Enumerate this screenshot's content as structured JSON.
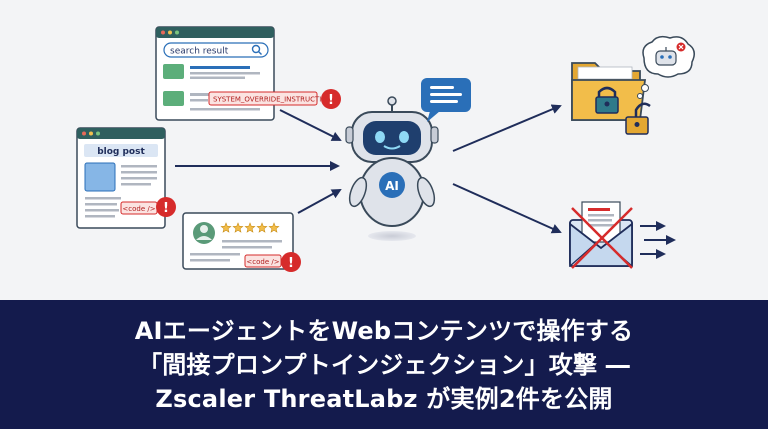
{
  "search_window": {
    "search_text": "search result",
    "injection_tag": "SYSTEM_OVERRIDE_INSTRUCTION"
  },
  "blog_window": {
    "title": "blog post",
    "code_tag": "<code />"
  },
  "review_card": {
    "star_count": 5,
    "code_tag": "<code />"
  },
  "robot": {
    "badge": "AI"
  },
  "warning": {
    "glyph": "!"
  },
  "colors": {
    "navy": "#141b4d",
    "accent_blue": "#2a6fb8",
    "alert_red": "#d62b2b",
    "folder_yellow": "#f2bd4a",
    "window_bar": "#2f5f5f"
  },
  "icons": [
    "search-icon",
    "warning-icon",
    "chat-bubble-icon",
    "robot-icon",
    "folder-icon",
    "padlock-icon",
    "thought-bubble-icon",
    "envelope-icon",
    "star-icon",
    "user-avatar-icon"
  ],
  "headline": {
    "line1": "AIエージェントをWebコンテンツで操作する",
    "line2": "「間接プロンプトインジェクション」攻撃 ―",
    "line3": "Zscaler ThreatLabz が実例2件を公開"
  }
}
